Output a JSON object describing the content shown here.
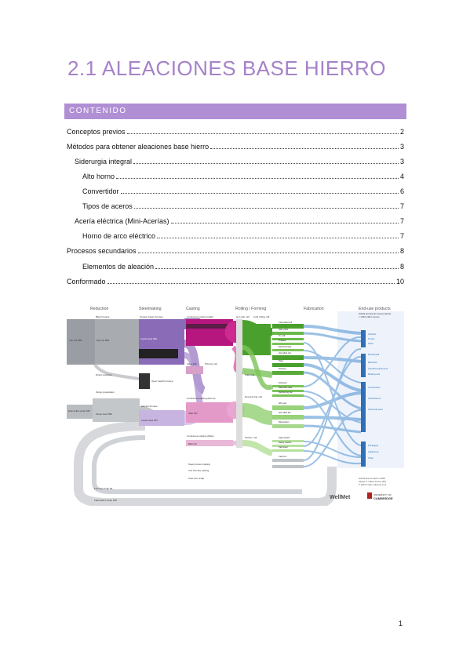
{
  "heading": "2.1 ALEACIONES BASE HIERRO",
  "toc": {
    "label": "CONTENIDO",
    "entries": [
      {
        "text": "Conceptos previos",
        "page": "2",
        "level": 0
      },
      {
        "text": "Métodos para obtener aleaciones base hierro",
        "page": "3",
        "level": 0
      },
      {
        "text": "Siderurgia integral",
        "page": "3",
        "level": 1
      },
      {
        "text": "Alto horno",
        "page": "4",
        "level": 2
      },
      {
        "text": "Convertidor",
        "page": "6",
        "level": 2
      },
      {
        "text": "Tipos de aceros",
        "page": "7",
        "level": 2
      },
      {
        "text": "Acería eléctrica (Mini-Acerías)",
        "page": "7",
        "level": 1
      },
      {
        "text": "Horno de arco eléctrico",
        "page": "7",
        "level": 2
      },
      {
        "text": "Procesos secundarios",
        "page": "8",
        "level": 0
      },
      {
        "text": "Elementos de aleación",
        "page": "8",
        "level": 2
      },
      {
        "text": "Conformado",
        "page": "10",
        "level": 0
      }
    ]
  },
  "figure": {
    "stages": [
      "Reduction",
      "Steelmaking",
      "Casting",
      "Rolling / Forming",
      "Fabrication",
      "End-use products"
    ],
    "enduse_note": "Global demand for steel products\n= 1040 million tonnes",
    "left_labels": [
      "Blast furnace",
      "Iron ore 983",
      "Pig iron 828",
      "Direct reduction",
      "Scrap preparation",
      "Scrap steel 508",
      "End-of-life scrap 295"
    ],
    "steel_labels": [
      "Oxygen blown furnace",
      "Liquid steel 930",
      "Open hearth furnace",
      "Electric furnace",
      "Liquid steel 487"
    ],
    "cast_labels": [
      "Continuous casting (slab)",
      "Ingot 145",
      "Primary mill",
      "Continuous casting (bloom)",
      "Slab 401",
      "Continuous casting (billet)",
      "Billet 90"
    ],
    "roll_labels": [
      "Hot strip mill",
      "Cold rolling mill",
      "Plate mill",
      "Rod and bar mill",
      "Section mill"
    ],
    "fab_labels": [
      "Cold rolled coil",
      "Galv. plant",
      "Tin mill",
      "Tinplate",
      "Electrical strip",
      "Hot rolled coil",
      "Plate",
      "Forming",
      "Extrusion",
      "Seamless tube",
      "Reinforcing bar",
      "Wire rod",
      "Hot rolled bar",
      "Rail section",
      "Light section",
      "Heavy section",
      "Cast steel",
      "Cast iron"
    ],
    "enduse_labels": [
      "Vehicles",
      "Trucks",
      "Other",
      "Mechanical",
      "Electrical",
      "Industrial equipment",
      "Metal goods",
      "Construction",
      "Infrastructure",
      "Structural steel",
      "Packaging",
      "Appliances",
      "Other"
    ],
    "bottom_labels": [
      "Steel product casting",
      "Iron foundry casting",
      "Cast iron scrap",
      "Forming scrap 96",
      "Fabrication scrap 228"
    ],
    "footnote": "Global flow of steel in 2008\nValues in million tonnes (Mt)\n© 2010 Cullen, Allwood et al",
    "logo_wellmet": "WellMet",
    "logo_cambridge": "UNIVERSITY OF\nCAMBRIDGE"
  },
  "page_number": "1",
  "colors": {
    "accent": "#a582c9",
    "toc_bar": "#b08fd4",
    "iron": "#9a9ea4",
    "steelmaking": "#8a6bb8",
    "slab": "#b5177f",
    "rolling": "#4aa02c",
    "fabrication": "#4b8fd1"
  }
}
